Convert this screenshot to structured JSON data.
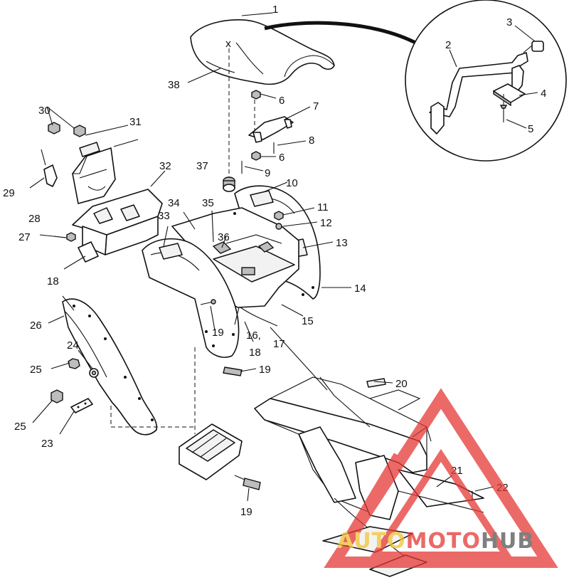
{
  "callouts": [
    {
      "id": "1",
      "label": "1"
    },
    {
      "id": "2",
      "label": "2"
    },
    {
      "id": "3",
      "label": "3"
    },
    {
      "id": "4",
      "label": "4"
    },
    {
      "id": "5",
      "label": "5"
    },
    {
      "id": "6a",
      "label": "6"
    },
    {
      "id": "6b",
      "label": "6"
    },
    {
      "id": "7",
      "label": "7"
    },
    {
      "id": "8",
      "label": "8"
    },
    {
      "id": "9",
      "label": "9"
    },
    {
      "id": "10",
      "label": "10"
    },
    {
      "id": "11",
      "label": "11"
    },
    {
      "id": "12",
      "label": "12"
    },
    {
      "id": "13",
      "label": "13"
    },
    {
      "id": "14",
      "label": "14"
    },
    {
      "id": "15",
      "label": "15"
    },
    {
      "id": "16",
      "label": "16,"
    },
    {
      "id": "17",
      "label": "17"
    },
    {
      "id": "18a",
      "label": "18"
    },
    {
      "id": "18b",
      "label": "18"
    },
    {
      "id": "19a",
      "label": "19"
    },
    {
      "id": "19b",
      "label": "19"
    },
    {
      "id": "19c",
      "label": "19"
    },
    {
      "id": "20",
      "label": "20"
    },
    {
      "id": "21",
      "label": "21"
    },
    {
      "id": "22",
      "label": "22"
    },
    {
      "id": "23",
      "label": "23"
    },
    {
      "id": "24",
      "label": "24"
    },
    {
      "id": "25a",
      "label": "25"
    },
    {
      "id": "25b",
      "label": "25"
    },
    {
      "id": "26",
      "label": "26"
    },
    {
      "id": "27",
      "label": "27"
    },
    {
      "id": "28",
      "label": "28"
    },
    {
      "id": "29",
      "label": "29"
    },
    {
      "id": "30",
      "label": "30"
    },
    {
      "id": "31",
      "label": "31"
    },
    {
      "id": "32",
      "label": "32"
    },
    {
      "id": "33",
      "label": "33"
    },
    {
      "id": "34",
      "label": "34"
    },
    {
      "id": "35",
      "label": "35"
    },
    {
      "id": "36",
      "label": "36"
    },
    {
      "id": "37",
      "label": "37"
    },
    {
      "id": "38",
      "label": "38"
    }
  ],
  "watermark": {
    "text_part1": "AUTO",
    "text_part2": "MOTO",
    "text_part3": "HUB",
    "color_primary": "#e53935",
    "color_accent": "#f4c430",
    "color_dark": "#555555"
  }
}
